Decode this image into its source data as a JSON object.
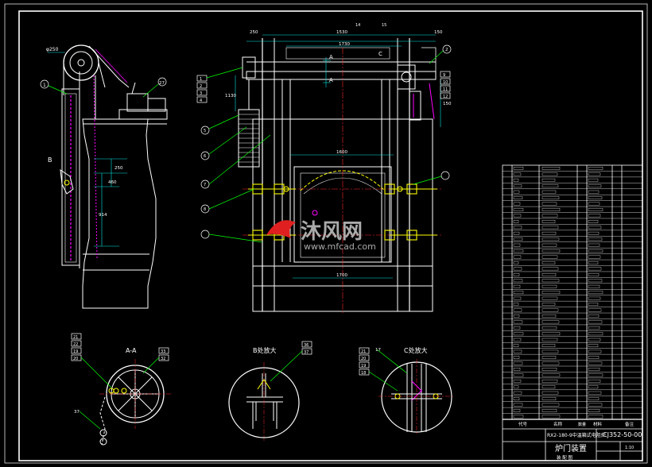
{
  "colors": {
    "background": "#000000",
    "frame": "#ffffff",
    "geometry": "#ffffff",
    "dimension": "#00e5e5",
    "centerline": "#ff2a2a",
    "accent": "#ff00ff",
    "highlight": "#ffff00",
    "leader": "#00ff00",
    "watermark_red": "#e02020",
    "watermark_grey": "#c8c8c8"
  },
  "views": {
    "section_aa": "A-A",
    "detail_b": "B处放大",
    "detail_c": "C处放大"
  },
  "view_markers": {
    "b": "B",
    "a_top": "A",
    "a_bottom": "A",
    "c": "C"
  },
  "dimensions": {
    "top_span": "1730",
    "top_left": "250",
    "top_right": "150",
    "top_mid": "1530",
    "inner_width": "1600",
    "bottom_width": "1700",
    "side_height": "1130",
    "left_h1": "250",
    "left_h2": "460",
    "left_h3": "914",
    "diameter": "φ250",
    "right_mid": "150",
    "top_small1": "14",
    "top_small2": "15"
  },
  "balloons": {
    "left_top": "1",
    "motor": "27",
    "right_top": "2",
    "front_left": [
      "1",
      "2",
      "3",
      "4",
      "5",
      "6",
      "7",
      "8"
    ],
    "front_right": [
      "9",
      "10",
      "11",
      "12"
    ],
    "aa_left": [
      "21",
      "22",
      "19",
      "20"
    ],
    "aa_right": [
      "33",
      "32"
    ],
    "aa_bottom": "37",
    "b_right": [
      "36",
      "37"
    ],
    "c_left": [
      "21",
      "20",
      "19",
      "18"
    ],
    "c_top": "17"
  },
  "title_block": {
    "drawing_title": "炉门装置",
    "project": "RX2-180-9中温箱式电阻炉",
    "drawing_number": "CJ352-50-00",
    "sheet_label": "装 配 图",
    "scale": "1:10",
    "column_headers": [
      "代号",
      "名称",
      "数量",
      "材料",
      "备注"
    ]
  },
  "parts_list_rows": 43,
  "watermark": {
    "brand": "沐风网",
    "url": "www.mfcad.com"
  }
}
